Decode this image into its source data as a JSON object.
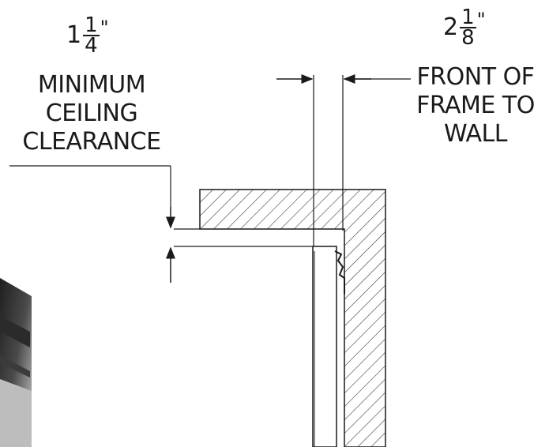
{
  "ceiling_dimension": {
    "whole": "1",
    "numerator": "1",
    "denominator": "4",
    "unit": "\"",
    "caption_lines": [
      "MINIMUM",
      "CEILING",
      "CLEARANCE"
    ]
  },
  "wall_dimension": {
    "whole": "2",
    "numerator": "1",
    "denominator": "8",
    "unit": "\"",
    "caption_lines": [
      "FRONT OF",
      "FRAME TO",
      "WALL"
    ]
  },
  "colors": {
    "line": "#1a1a1a",
    "hatch": "#3a3a3a",
    "background": "#ffffff",
    "product_dark": "#2b2b2b",
    "product_light": "#bdbdbd"
  }
}
